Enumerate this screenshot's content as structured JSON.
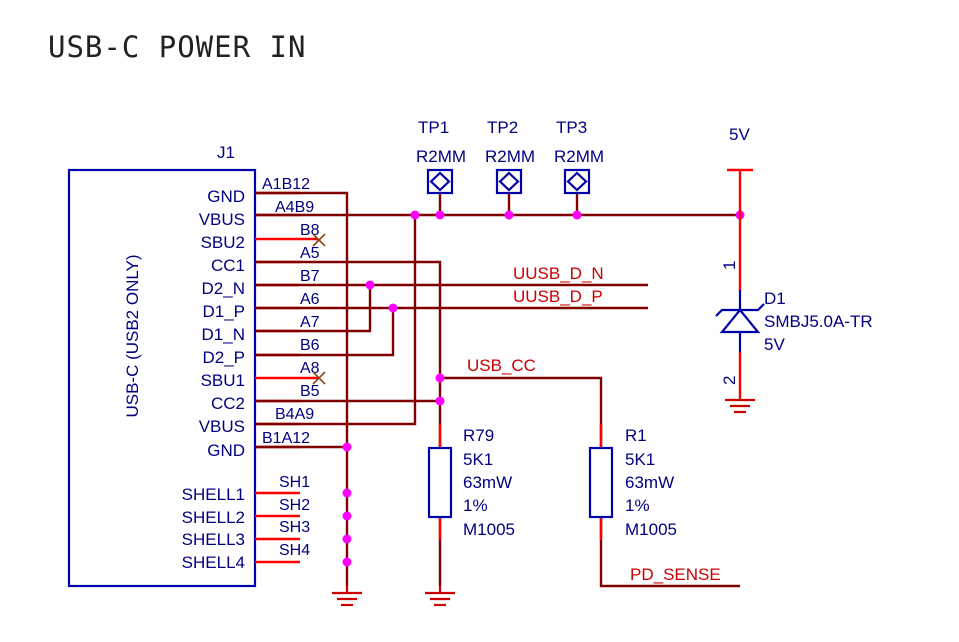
{
  "title": "USB-C POWER IN",
  "connector": {
    "ref": "J1",
    "value": "USB-C (USB2 ONLY)",
    "pins": [
      {
        "name": "GND",
        "number": "A1B12"
      },
      {
        "name": "VBUS",
        "number": "A4B9"
      },
      {
        "name": "SBU2",
        "number": "B8"
      },
      {
        "name": "CC1",
        "number": "A5"
      },
      {
        "name": "D2_N",
        "number": "B7"
      },
      {
        "name": "D1_P",
        "number": "A6"
      },
      {
        "name": "D1_N",
        "number": "A7"
      },
      {
        "name": "D2_P",
        "number": "B6"
      },
      {
        "name": "SBU1",
        "number": "A8"
      },
      {
        "name": "CC2",
        "number": "B5"
      },
      {
        "name": "VBUS",
        "number": "B4A9"
      },
      {
        "name": "GND",
        "number": "B1A12"
      },
      {
        "name": "SHELL1",
        "number": "SH1"
      },
      {
        "name": "SHELL2",
        "number": "SH2"
      },
      {
        "name": "SHELL3",
        "number": "SH3"
      },
      {
        "name": "SHELL4",
        "number": "SH4"
      }
    ]
  },
  "test_points": [
    {
      "ref": "TP1",
      "value": "R2MM"
    },
    {
      "ref": "TP2",
      "value": "R2MM"
    },
    {
      "ref": "TP3",
      "value": "R2MM"
    }
  ],
  "power_label": "5V",
  "diode": {
    "ref": "D1",
    "part": "SMBJ5.0A-TR",
    "value": "5V",
    "pin1": "1",
    "pin2": "2"
  },
  "resistors": [
    {
      "ref": "R79",
      "value": "5K1",
      "power": "63mW",
      "tolerance": "1%",
      "package": "M1005"
    },
    {
      "ref": "R1",
      "value": "5K1",
      "power": "63mW",
      "tolerance": "1%",
      "package": "M1005"
    }
  ],
  "nets": {
    "d_n": "UUSB_D_N",
    "d_p": "UUSB_D_P",
    "cc": "USB_CC",
    "sense": "PD_SENSE"
  },
  "colors": {
    "wire": "#800000",
    "pin": "#ff0000",
    "symbol": "#0000aa",
    "junction": "#ff00ff",
    "net_label": "#cc0000",
    "text": "#000080"
  }
}
